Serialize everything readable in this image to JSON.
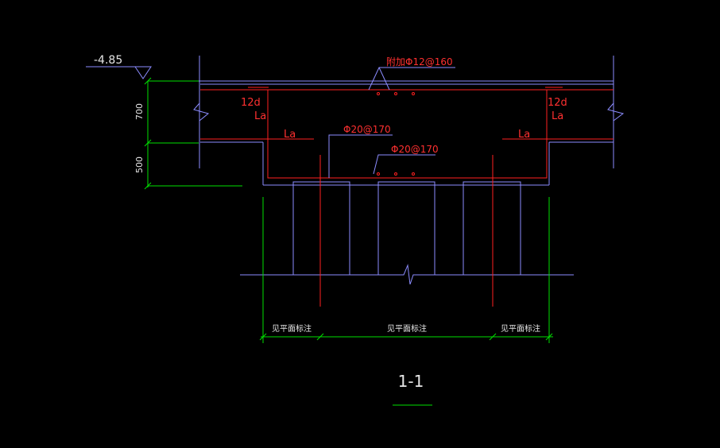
{
  "colors": {
    "background": "#000000",
    "structure": "#8c8cff",
    "rebar": "#ff2020",
    "annotation": "#ff3030",
    "dimension": "#00e000",
    "text_white": "#e6e6e6"
  },
  "elevation": {
    "label": "-4.85"
  },
  "rebar_labels": {
    "top": "附加Φ12@160",
    "mid": "Φ20@170",
    "bottom": "Φ20@170"
  },
  "anchor_labels": {
    "left_12d": "12d",
    "left_la": "La",
    "right_12d": "12d",
    "right_la": "La",
    "inner_left_la": "La",
    "inner_right_la": "La"
  },
  "dimensions": {
    "upper": "700",
    "lower": "500",
    "left_span": "见平面标注",
    "mid_span": "见平面标注",
    "right_span": "见平面标注"
  },
  "section": {
    "title": "1-1"
  }
}
